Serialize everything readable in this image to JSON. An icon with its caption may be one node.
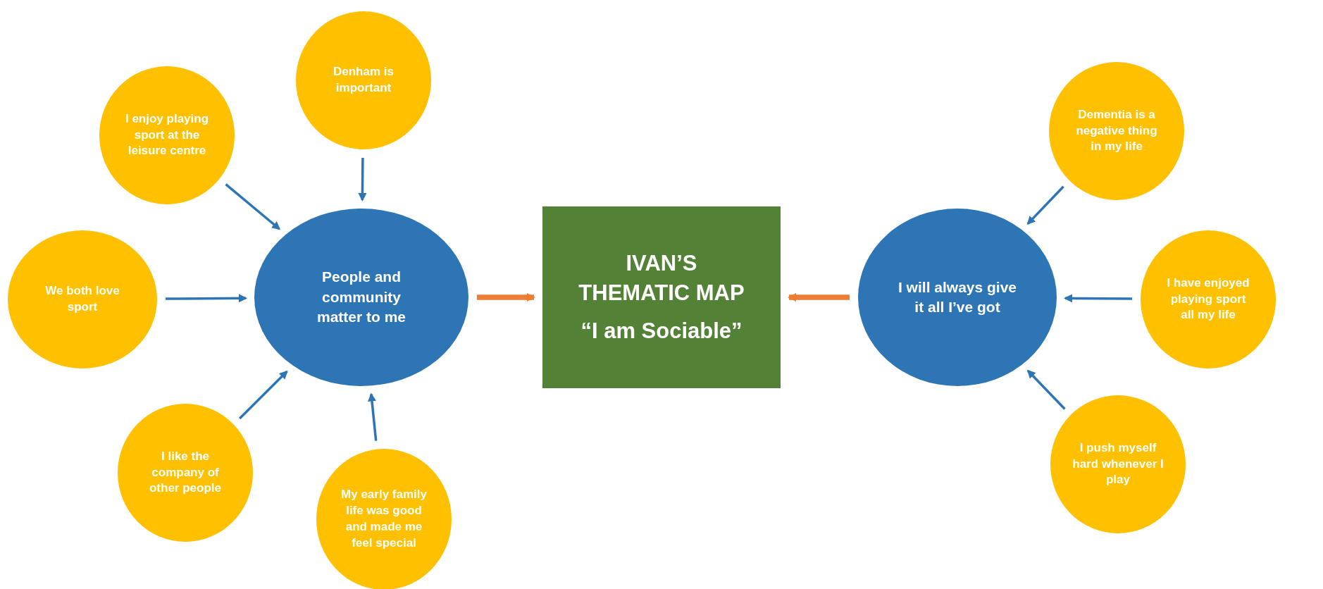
{
  "diagram": {
    "nodes": [
      {
        "text": [
          "Denham is important"
        ]
      },
      {
        "text": [
          "I enjoy playing sport at the leisure centre"
        ]
      },
      {
        "text": [
          "Dementia is a negative thing in my life"
        ]
      },
      {
        "text": [
          "We both love sport"
        ]
      },
      {
        "text": [
          "People and community matter to me"
        ]
      },
      {
        "text": [
          "IVAN’S THEMATIC MAP",
          "“I am Sociable”"
        ]
      },
      {
        "text": [
          "I will always give it all I’ve got"
        ]
      },
      {
        "text": [
          "I have enjoyed playing sport all my life"
        ]
      },
      {
        "text": [
          "I like the company of other people"
        ]
      },
      {
        "text": [
          "I push myself hard whenever I play"
        ]
      },
      {
        "text": [
          "My early family life was good and made me feel special"
        ]
      }
    ],
    "edges": [
      {
        "from": 0,
        "to": 4,
        "arrow": "to"
      },
      {
        "from": 1,
        "to": 4,
        "arrow": "to"
      },
      {
        "from": 3,
        "to": 4,
        "arrow": "to"
      },
      {
        "from": 8,
        "to": 4,
        "arrow": "to"
      },
      {
        "from": 10,
        "to": 4,
        "arrow": "to"
      },
      {
        "from": 2,
        "to": 6,
        "arrow": "to"
      },
      {
        "from": 7,
        "to": 6,
        "arrow": "to"
      },
      {
        "from": 9,
        "to": 6,
        "arrow": "to"
      },
      {
        "from": 4,
        "to": 5,
        "arrow": "to",
        "style": "thick",
        "color": "#ed7d31"
      },
      {
        "from": 6,
        "to": 5,
        "arrow": "to",
        "style": "thick",
        "color": "#ed7d31"
      }
    ]
  }
}
